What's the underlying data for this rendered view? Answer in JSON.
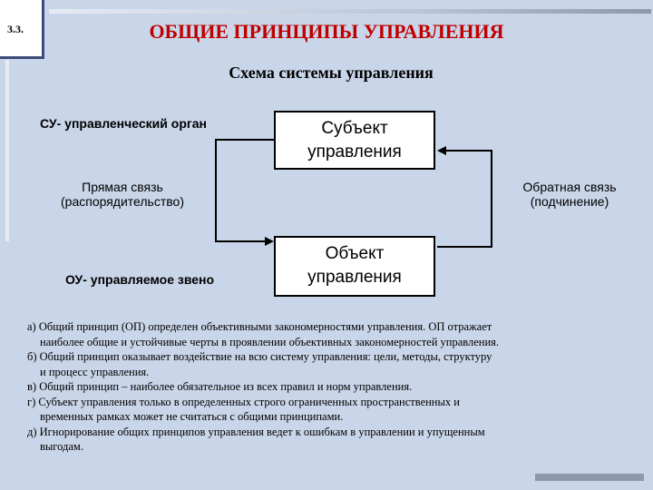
{
  "slide": {
    "number": "3.3.",
    "title": "ОБЩИЕ ПРИНЦИПЫ УПРАВЛЕНИЯ",
    "subtitle": "Схема системы управления"
  },
  "diagram": {
    "subject_box": {
      "line1": "Субъект",
      "line2": "управления"
    },
    "object_box": {
      "line1": "Объект",
      "line2": "управления"
    },
    "su_label": "СУ- управленческий орган",
    "ou_label": "ОУ- управляемое звено",
    "direct_link": {
      "line1": "Прямая связь",
      "line2": "(распорядительство)"
    },
    "feedback_link": {
      "line1": "Обратная связь",
      "line2": "(подчинение)"
    }
  },
  "notes": [
    {
      "first": "а) Общий принцип (ОП) определен объективными закономерностями управления. ОП отражает",
      "rest": "наиболее общие и устойчивые черты в проявлении объективных закономерностей управления."
    },
    {
      "first": "б) Общий принцип оказывает воздействие на всю систему управления: цели, методы, структуру",
      "rest": "и процесс управления."
    },
    {
      "first": "в) Общий принцип – наиболее обязательное из всех правил и норм управления.",
      "rest": ""
    },
    {
      "first": "г) Субъект управления только в определенных строго ограниченных пространственных и",
      "rest": "временных рамках может не считаться с общими принципами."
    },
    {
      "first": "д) Игнорирование общих принципов управления ведет к ошибкам в управлении и упущенным",
      "rest": "выгодам."
    }
  ]
}
